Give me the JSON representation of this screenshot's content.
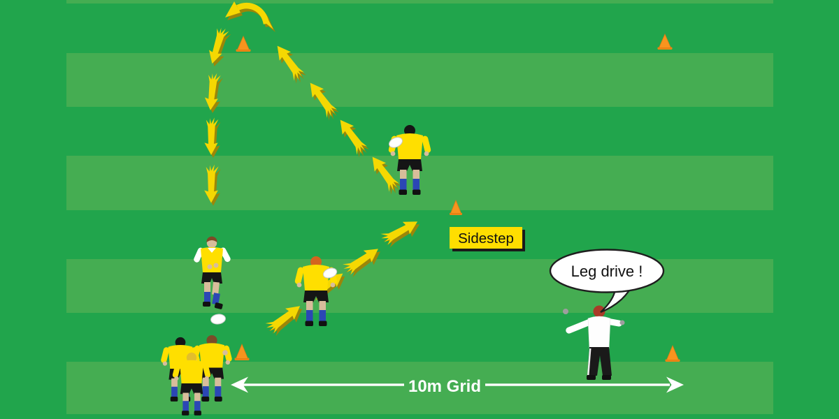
{
  "page": {
    "type": "rugby-training-drill-diagram"
  },
  "labels": {
    "skill": "Sidestep",
    "speech": "Leg drive !",
    "grid": "10m Grid"
  },
  "field": {
    "stripe_count": 4,
    "colors": {
      "dark_green": "#21A54C",
      "light_green": "#45AD52"
    }
  },
  "colors": {
    "arrow_yellow": "#F5D802",
    "arrow_shadow": "#9B8609",
    "cone_orange": "#F8941E",
    "cone_edge": "#E07C12",
    "shirt_yellow": "#FFDF00",
    "shorts_black": "#151515",
    "socks_blue": "#2B47B5",
    "skin": "#D8BD9B",
    "coach_shirt_white": "#FFFFFF",
    "coach_hair_red": "#A93B28",
    "ball_white": "#FFFFFF",
    "label_bg_yellow": "#FFDE00",
    "grid_arrow_white": "#FFFFFF"
  },
  "elements": {
    "cones": 5,
    "players": 6,
    "coach": 1,
    "balls": 3,
    "movement_arrows": 12,
    "turn_arrow": 1
  },
  "icons": [
    "cone-icon",
    "movement-arrow-icon",
    "turn-arrow-icon",
    "rugby-ball-icon",
    "grid-arrow-icon",
    "speech-bubble"
  ]
}
